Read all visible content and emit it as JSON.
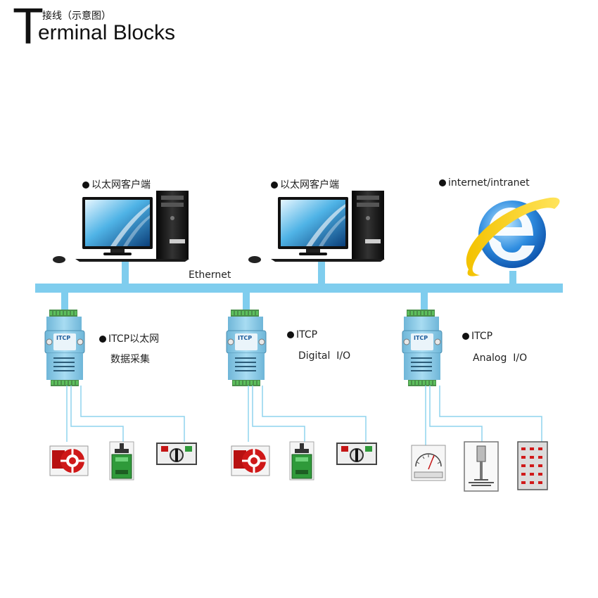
{
  "header": {
    "title_initial": "T",
    "title_rest": "erminal Blocks",
    "subtitle": "接线（示意图）"
  },
  "network": {
    "bus_label": "Ethernet"
  },
  "top_nodes": [
    {
      "label": "以太网客户端",
      "icon": "desktop-computer-icon"
    },
    {
      "label": "以太网客户端",
      "icon": "desktop-computer-icon"
    },
    {
      "label": "internet/intranet",
      "icon": "internet-explorer-icon"
    }
  ],
  "modules": [
    {
      "brand": "ITCP",
      "line1": "ITCP以太网",
      "line2": "数据采集"
    },
    {
      "brand": "ITCP",
      "line1": "ITCP",
      "line2": "Digital  I/O"
    },
    {
      "brand": "ITCP",
      "line1": "ITCP",
      "line2": "Analog  I/O"
    }
  ],
  "field_devices": [
    [
      "valve-icon",
      "contactor-icon",
      "switch-panel-icon"
    ],
    [
      "valve-icon",
      "contactor-icon",
      "switch-panel-icon"
    ],
    [
      "meter-icon",
      "level-gauge-icon",
      "indicator-panel-icon"
    ]
  ],
  "colors": {
    "bus": "#7fcdee",
    "wire": "#8fd4ee",
    "module_body": "#8ec9e6",
    "terminal": "#5cbf5c",
    "valve": "#c41515"
  }
}
